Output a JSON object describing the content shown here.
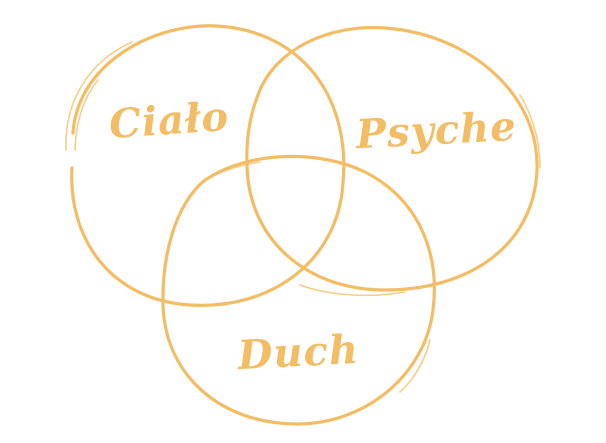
{
  "diagram": {
    "type": "venn",
    "color": "#f3bd66",
    "sets": [
      {
        "label": "Ciało"
      },
      {
        "label": "Psyche"
      },
      {
        "label": "Duch"
      }
    ]
  }
}
